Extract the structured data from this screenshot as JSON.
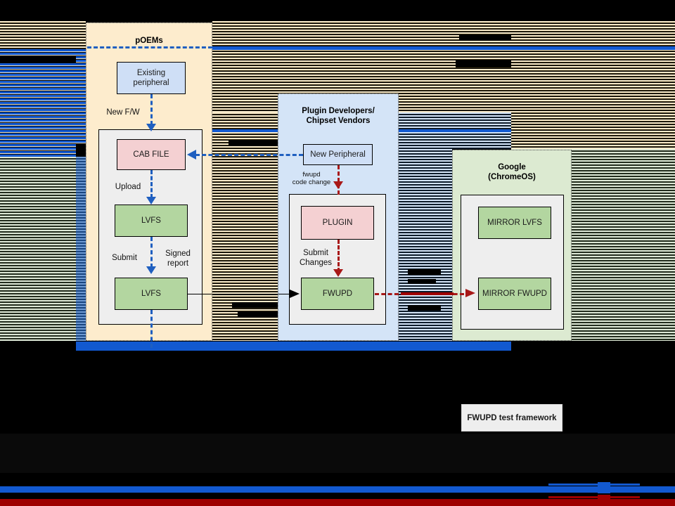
{
  "diagram": {
    "title_hidden": "fwupd / LVFS firmware update flow",
    "lanes": [
      {
        "id": "poems",
        "title": "pOEMs",
        "fill": "#fdeccd"
      },
      {
        "id": "plugin",
        "title": "Plugin Developers/\nChipset Vendors",
        "fill": "#d4e4f7"
      },
      {
        "id": "google",
        "title": "Google\n(ChromeOS)",
        "fill": "#dcead1"
      }
    ],
    "nodes": {
      "existing_peripheral": "Existing\nperipheral",
      "cab_file": "CAB FILE",
      "lvfs_upload": "LVFS",
      "lvfs_submit": "LVFS",
      "new_peripheral": "New Peripheral",
      "plugin": "PLUGIN",
      "fwupd": "FWUPD",
      "mirror_lvfs": "MIRROR LVFS",
      "mirror_fwupd": "MIRROR FWUPD",
      "test_framework": "FWUPD test framework"
    },
    "edge_labels": {
      "new_fw": "New F/W",
      "upload": "Upload",
      "submit": "Submit",
      "signed_report": "Signed\nreport",
      "fwupd_code_change": "fwupd\ncode change",
      "submit_changes": "Submit\nChanges"
    },
    "colors": {
      "blue_node": "#cfdff6",
      "pink_node": "#f4d0d2",
      "green_node": "#b3d6a0",
      "inner_panel": "#eeeeee",
      "blue_arrow": "#1f5fc0",
      "red_arrow": "#a81818",
      "black_arrow": "#000000",
      "background": "#000000",
      "lane_poems": "#fdeccd",
      "lane_plugin": "#d4e4f7",
      "lane_google": "#dcead1"
    }
  }
}
